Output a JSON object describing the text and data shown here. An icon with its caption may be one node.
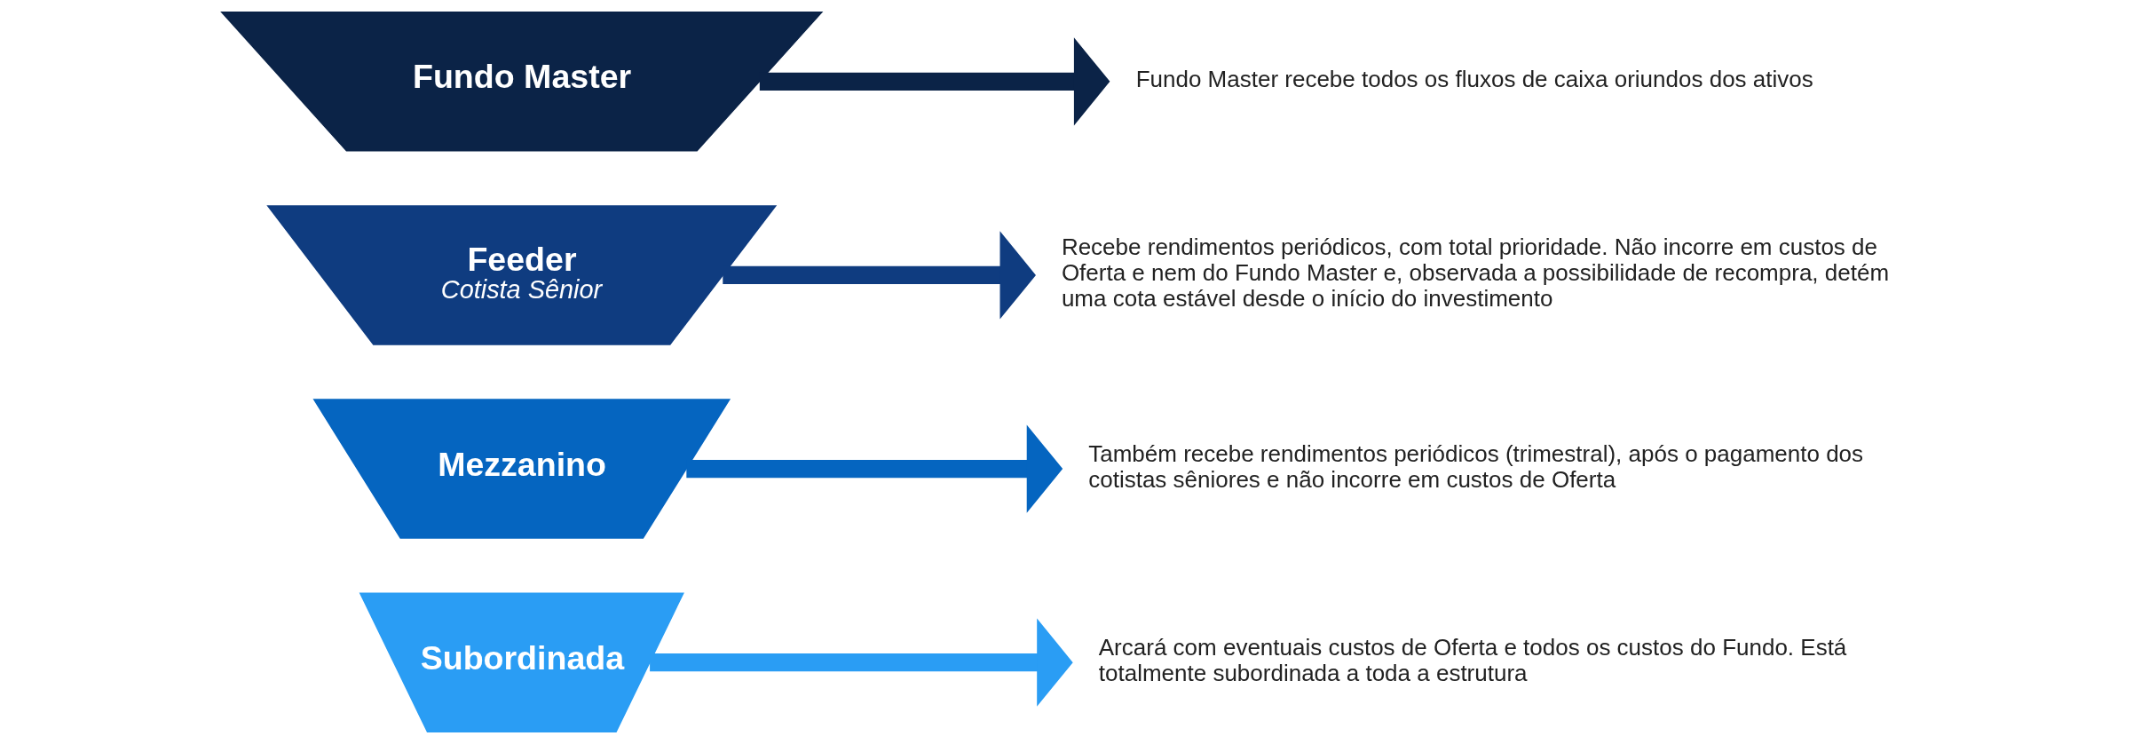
{
  "diagram": {
    "nodes": [
      {
        "text": [
          "Fundo Master"
        ]
      },
      {
        "text": [
          "Fundo Master recebe todos os fluxos de caixa oriundos dos ativos"
        ]
      },
      {
        "text": [
          "Feeder",
          "Cotista Sênior"
        ]
      },
      {
        "text": [
          "Recebe rendimentos periódicos, com total prioridade. Não incorre em custos de Oferta e nem do Fundo Master e, observada a possibilidade de recompra, detém uma cota estável desde o início do investimento"
        ]
      },
      {
        "text": [
          "Mezzanino"
        ]
      },
      {
        "text": [
          "Também recebe rendimentos periódicos (trimestral), após o pagamento dos cotistas sêniores e não incorre em custos de Oferta"
        ]
      },
      {
        "text": [
          "Subordinada"
        ]
      },
      {
        "text": [
          "Arcará com eventuais custos de Oferta e todos os custos do Fundo. Está totalmente subordinada a toda a estrutura"
        ]
      }
    ],
    "edges": [
      {
        "from": 0,
        "to": 1,
        "arrow": "to",
        "color": "#0b2347"
      },
      {
        "from": 2,
        "to": 3,
        "arrow": "to",
        "color": "#0f3c80"
      },
      {
        "from": 4,
        "to": 5,
        "arrow": "to",
        "color": "#0565c0"
      },
      {
        "from": 6,
        "to": 7,
        "arrow": "to",
        "color": "#2a9df4"
      }
    ]
  }
}
